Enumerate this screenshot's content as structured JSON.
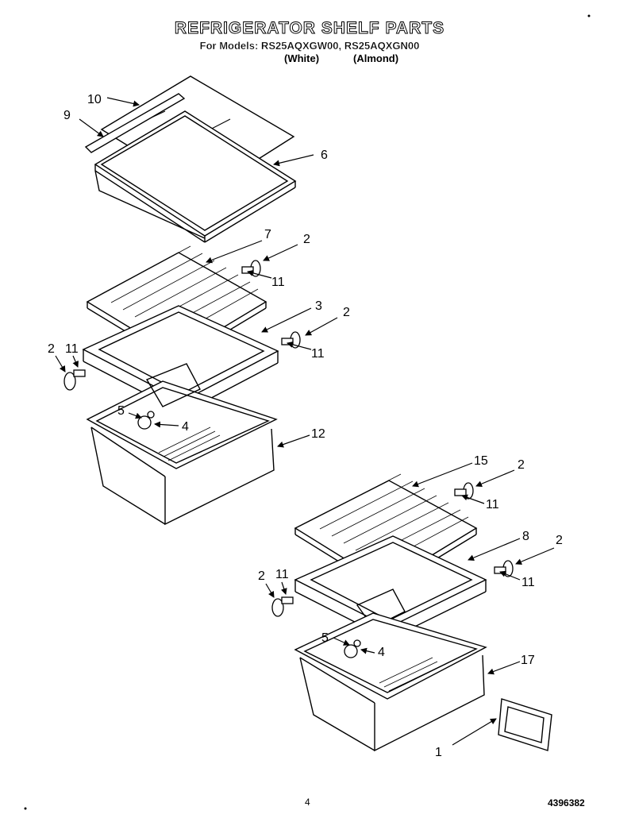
{
  "header": {
    "title": "REFRIGERATOR SHELF PARTS",
    "models_line": "For Models: RS25AQXGW00, RS25AQXGN00",
    "color_white": "(White)",
    "color_almond": "(Almond)"
  },
  "callouts": {
    "c1": "1",
    "c2": "2",
    "c3": "3",
    "c4": "4",
    "c5": "5",
    "c6": "6",
    "c7": "7",
    "c8": "8",
    "c9": "9",
    "c10": "10",
    "c11": "11",
    "c12": "12",
    "c15": "15",
    "c17": "17"
  },
  "footer": {
    "page_number": "4",
    "document_number": "4396382"
  }
}
